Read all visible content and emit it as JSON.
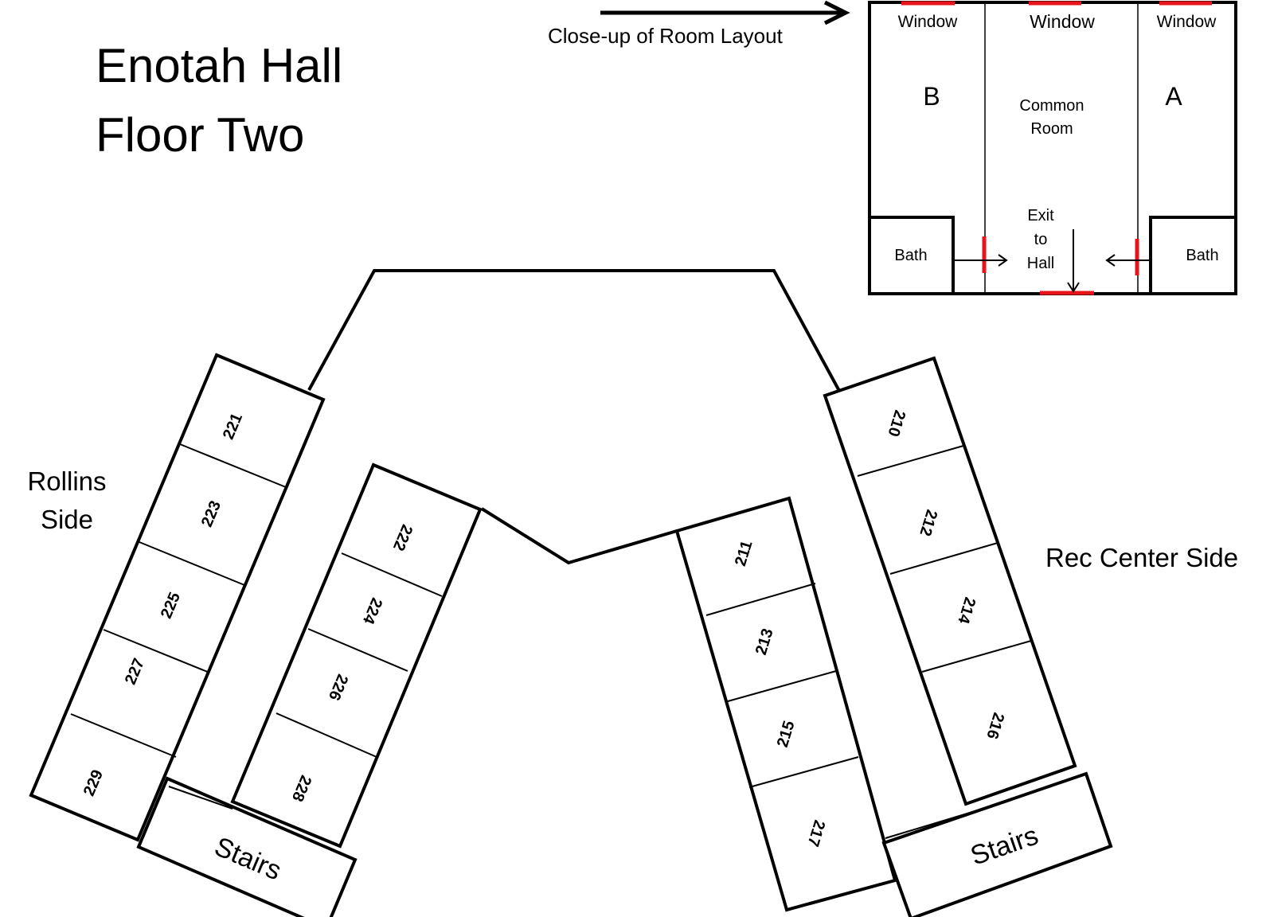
{
  "title": {
    "line1": "Enotah Hall",
    "line2": "Floor Two"
  },
  "side_labels": {
    "rollins_line1": "Rollins",
    "rollins_line2": "Side",
    "rec_center": "Rec Center Side"
  },
  "closeup": {
    "caption": "Close-up  of Room Layout",
    "window_left": "Window",
    "window_center": "Window",
    "window_right": "Window",
    "bedroom_b": "B",
    "bedroom_a": "A",
    "common_line1": "Common",
    "common_line2": "Room",
    "exit_line1": "Exit",
    "exit_line2": "to",
    "exit_line3": "Hall",
    "bath_left": "Bath",
    "bath_right": "Bath",
    "accent_color": "#e8141b"
  },
  "stairs": {
    "left": "Stairs",
    "right": "Stairs"
  },
  "wings": {
    "outer_left": [
      "221",
      "223",
      "225",
      "227",
      "229"
    ],
    "inner_left": [
      "222",
      "224",
      "226",
      "228"
    ],
    "inner_right": [
      "211",
      "213",
      "215",
      "217"
    ],
    "outer_right": [
      "210",
      "212",
      "214",
      "216"
    ]
  }
}
